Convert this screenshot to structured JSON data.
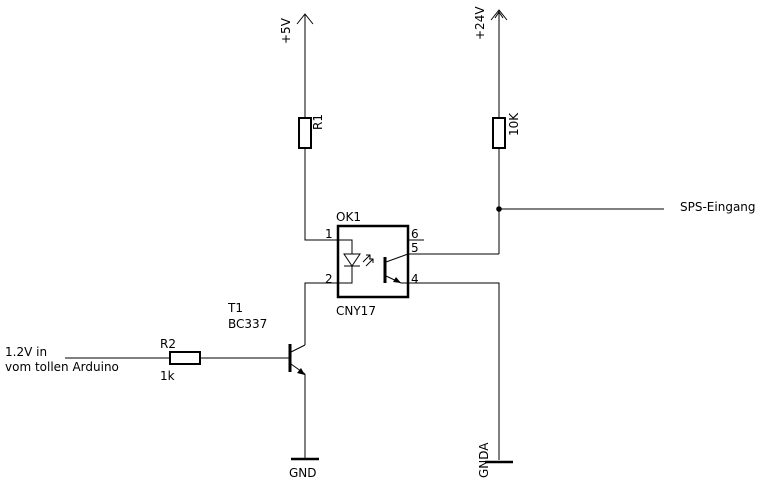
{
  "supplies": {
    "vcc5": "+5V",
    "vcc24": "+24V",
    "gnd": "GND",
    "gnda": "GNDA"
  },
  "resistors": {
    "r1": {
      "name": "R1",
      "value": ""
    },
    "r_pullup": {
      "name": "",
      "value": "10K"
    },
    "r2": {
      "name": "R2",
      "value": "1k"
    }
  },
  "optocoupler": {
    "name": "OK1",
    "type": "CNY17",
    "pins": [
      "1",
      "2",
      "4",
      "5",
      "6"
    ]
  },
  "transistor": {
    "name": "T1",
    "type": "BC337"
  },
  "labels": {
    "input_line1": "1.2V in",
    "input_line2": "vom tollen Arduino",
    "output": "SPS-Eingang"
  }
}
